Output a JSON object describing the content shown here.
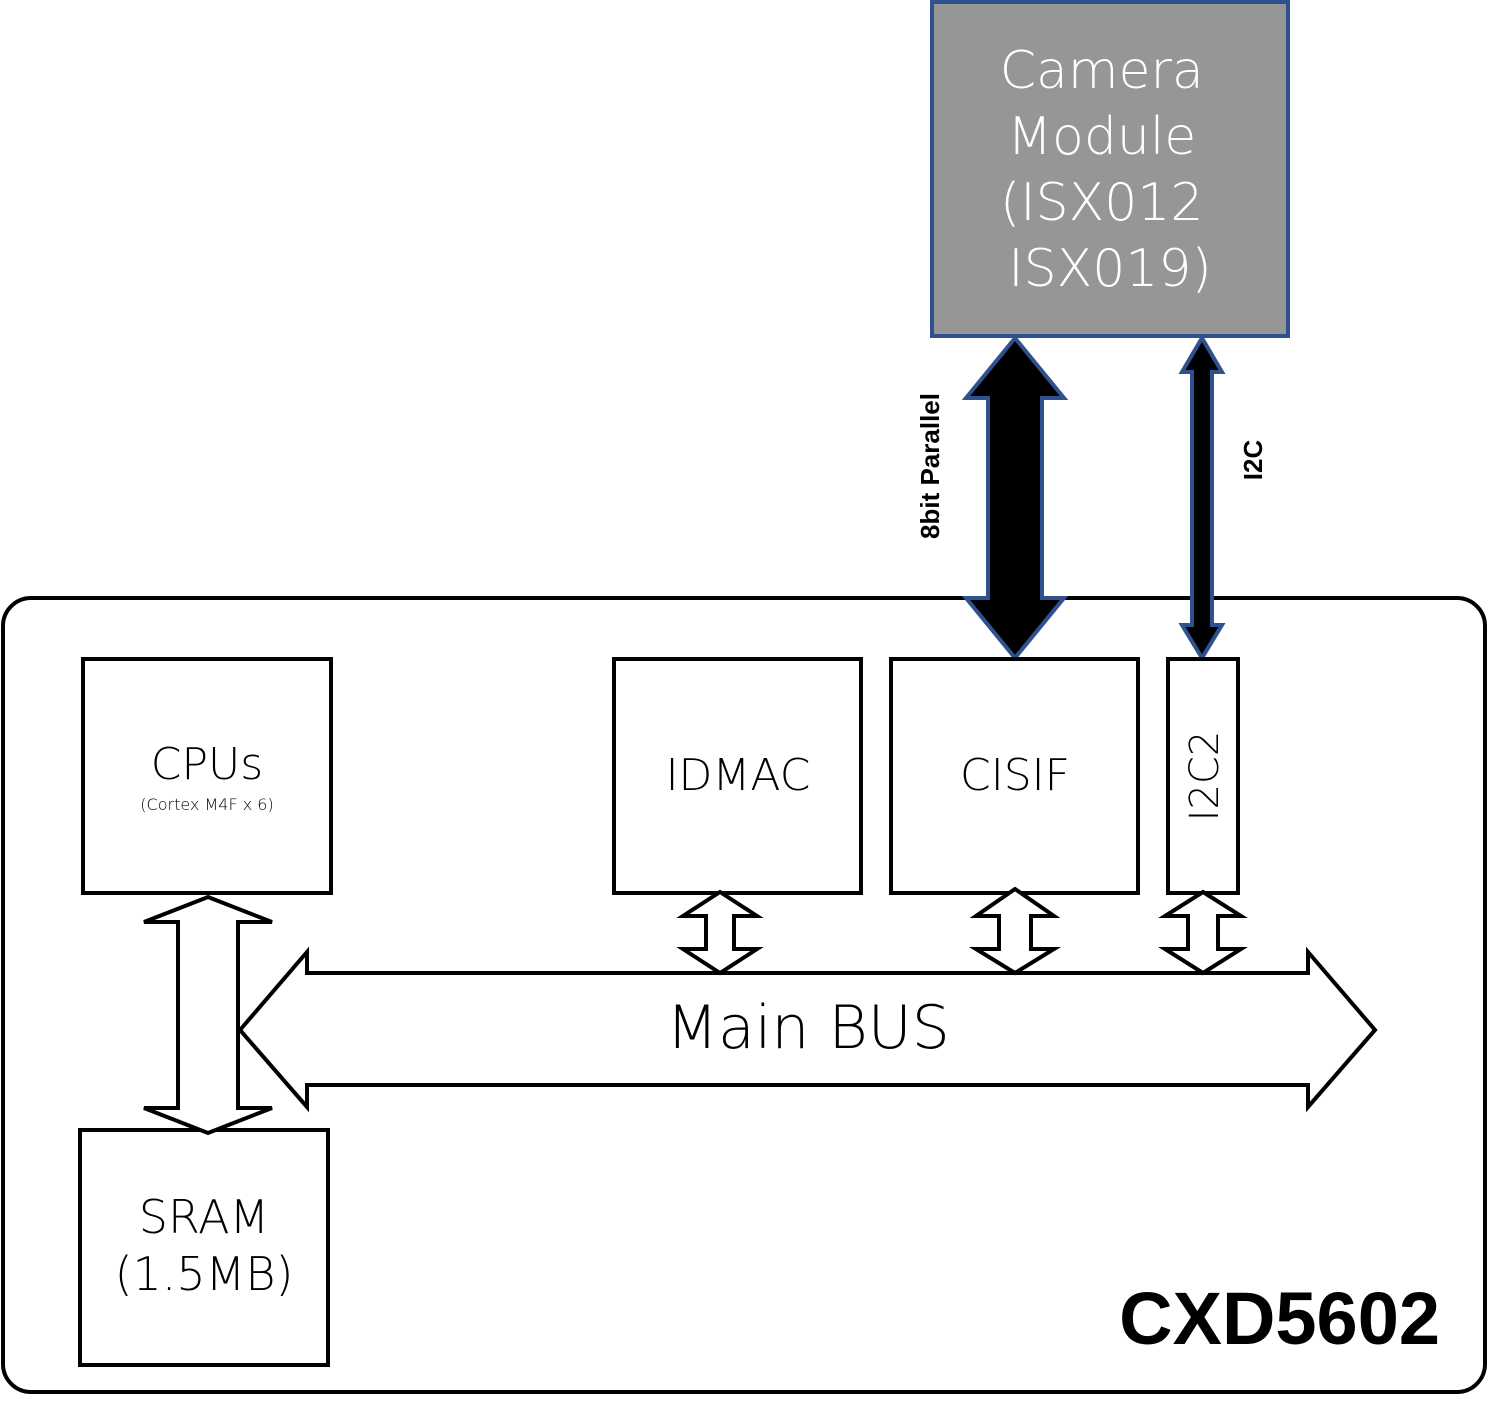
{
  "camera_module": {
    "lines": [
      "Camera",
      "Module",
      "(ISX012",
      "ISX019)"
    ],
    "fill_color": "#969696",
    "border_color": "#2f528f",
    "text_color": "#ffffff"
  },
  "links": {
    "parallel_label": "8bit Parallel",
    "i2c_label": "I2C",
    "arrow_fill": "#000000",
    "arrow_border": "#2f528f"
  },
  "chip": {
    "name": "CXD5602",
    "blocks": {
      "cpus": {
        "label": "CPUs",
        "sublabel": "(Cortex M4F x 6)"
      },
      "sram": {
        "line1": "SRAM",
        "line2": "(1.5MB)"
      },
      "idmac": {
        "label": "IDMAC"
      },
      "cisif": {
        "label": "CISIF"
      },
      "i2c2": {
        "label": "I2C2"
      }
    },
    "bus": {
      "label": "Main BUS"
    }
  }
}
